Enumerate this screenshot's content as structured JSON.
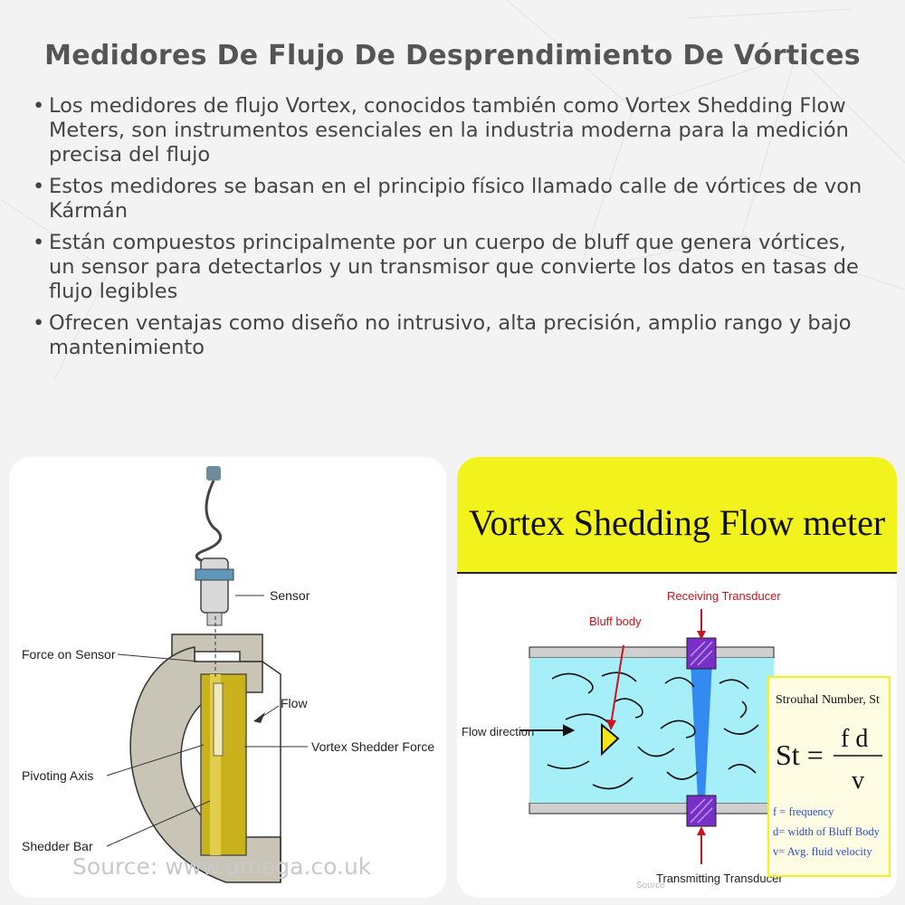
{
  "title": "Medidores De Flujo De Desprendimiento De Vórtices",
  "bullets": [
    "Los medidores de flujo Vortex, conocidos también como Vortex Shedding Flow Meters, son instrumentos esenciales en la industria moderna para la medición precisa del flujo",
    "Estos medidores se basan en el principio físico llamado calle de vórtices de von Kármán",
    "Están compuestos principalmente por un cuerpo de bluff que genera vórtices, un sensor para detectarlos y un transmisor que convierte los datos en tasas de flujo legibles",
    "Ofrecen ventajas como diseño no intrusivo, alta precisión, amplio rango y bajo mantenimiento"
  ],
  "left_figure": {
    "labels": {
      "sensor": "Sensor",
      "force_on_sensor": "Force on Sensor",
      "flow": "Flow",
      "vortex_shedder_force": "Vortex Shedder Force",
      "pivoting_axis": "Pivoting Axis",
      "shedder_bar": "Shedder Bar"
    },
    "source": "Source: www.omega.co.uk"
  },
  "right_figure": {
    "heading": "Vortex Shedding Flow meter",
    "labels": {
      "receiving_transducer": "Receiving Transducer",
      "bluff_body": "Bluff body",
      "flow_direction": "Flow direction",
      "transmitting_transducer": "Transmitting Transducer",
      "source_fragment": "Source"
    },
    "formula_box": {
      "title": "Strouhal Number, St",
      "lhs": "St =",
      "numerator": "f d",
      "denominator": "v",
      "defs": [
        "f = frequency",
        "d= width of Bluff Body",
        "v= Avg. fluid velocity"
      ]
    },
    "colors": {
      "header_bg": "#f2f21c",
      "pipe_fluid": "#a6eef8",
      "transducer": "#7a2ec8",
      "bluff_body": "#f0e61a",
      "beam": "#1e78f0"
    }
  }
}
